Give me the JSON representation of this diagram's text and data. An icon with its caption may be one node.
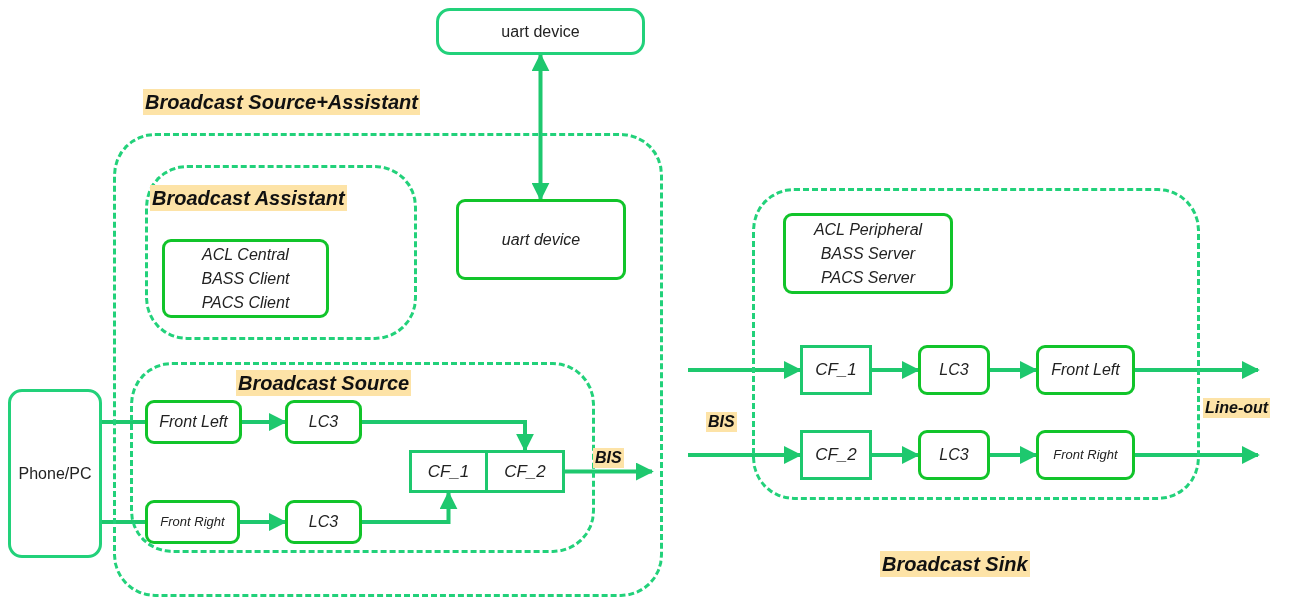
{
  "diagram": {
    "nodes": [
      {
        "text": [
          "uart device"
        ]
      },
      {
        "text": [
          "Broadcast Source+Assistant"
        ]
      },
      {
        "text": [
          "Broadcast Assistant"
        ],
        "in": 1
      },
      {
        "text": [
          "ACL Central",
          "BASS Client",
          "PACS Client"
        ],
        "in": 2
      },
      {
        "text": [
          "uart device"
        ],
        "in": 1
      },
      {
        "text": [
          "Broadcast Source"
        ],
        "in": 1
      },
      {
        "text": [
          "Front Left"
        ],
        "in": 5
      },
      {
        "text": [
          "LC3"
        ],
        "in": 5
      },
      {
        "text": [
          "Front Right"
        ],
        "in": 5
      },
      {
        "text": [
          "LC3"
        ],
        "in": 5
      },
      {
        "text": [
          "CF_1"
        ],
        "in": 5
      },
      {
        "text": [
          "CF_2"
        ],
        "in": 5
      },
      {
        "text": [
          "Phone/PC"
        ]
      },
      {
        "text": [
          "Broadcast Sink"
        ]
      },
      {
        "text": [
          "ACL Peripheral",
          "BASS Server",
          "PACS Server"
        ],
        "in": 13
      },
      {
        "text": [
          "CF_1"
        ],
        "in": 13
      },
      {
        "text": [
          "LC3"
        ],
        "in": 13
      },
      {
        "text": [
          "Front Left"
        ],
        "in": 13
      },
      {
        "text": [
          "CF_2"
        ],
        "in": 13
      },
      {
        "text": [
          "LC3"
        ],
        "in": 13
      },
      {
        "text": [
          "Front Right"
        ],
        "in": 13
      }
    ],
    "edges": [
      {
        "from": 0,
        "to": 4,
        "arrow": "both"
      },
      {
        "from": 12,
        "to": 6,
        "arrow": "none"
      },
      {
        "from": 12,
        "to": 8,
        "arrow": "none"
      },
      {
        "from": 6,
        "to": 7,
        "arrow": "to"
      },
      {
        "from": 8,
        "to": 9,
        "arrow": "to"
      },
      {
        "from": 7,
        "to": 11,
        "arrow": "to"
      },
      {
        "from": 9,
        "to": 10,
        "arrow": "to"
      },
      {
        "from": 11,
        "to": null,
        "arrow": "to",
        "label": "BIS"
      },
      {
        "from": null,
        "to": 15,
        "arrow": "to"
      },
      {
        "from": null,
        "to": 18,
        "arrow": "to"
      },
      {
        "from": 15,
        "to": 16,
        "arrow": "to"
      },
      {
        "from": 16,
        "to": 17,
        "arrow": "to"
      },
      {
        "from": 17,
        "to": null,
        "arrow": "to"
      },
      {
        "from": 18,
        "to": 19,
        "arrow": "to"
      },
      {
        "from": 19,
        "to": 20,
        "arrow": "to"
      },
      {
        "from": 20,
        "to": null,
        "arrow": "to"
      }
    ],
    "labels": [
      "BIS",
      "Line-out"
    ]
  }
}
